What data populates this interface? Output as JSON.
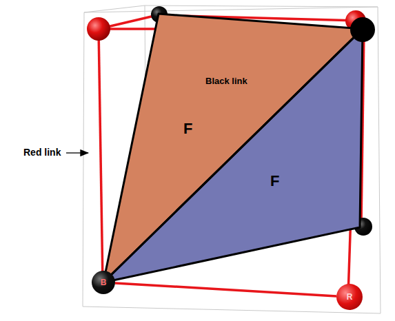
{
  "diagram": {
    "nodes": [
      {
        "text": [
          "F"
        ]
      },
      {
        "text": [
          "F"
        ]
      },
      {
        "text": [
          "B"
        ]
      },
      {
        "text": [
          "R"
        ]
      }
    ],
    "edges": [
      {
        "from": 2,
        "to": 3,
        "arrow": "none"
      }
    ],
    "labels": [
      "Black link",
      "Red link"
    ]
  }
}
